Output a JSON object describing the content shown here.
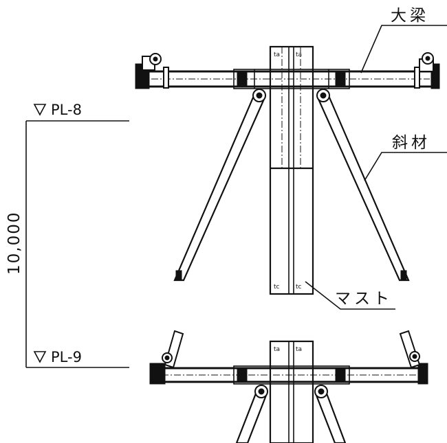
{
  "labels": {
    "girder": "大梁",
    "brace": "斜材",
    "mast": "マスト"
  },
  "levels": {
    "upper": "PL-8",
    "lower": "PL-9"
  },
  "dimension": "10,000"
}
